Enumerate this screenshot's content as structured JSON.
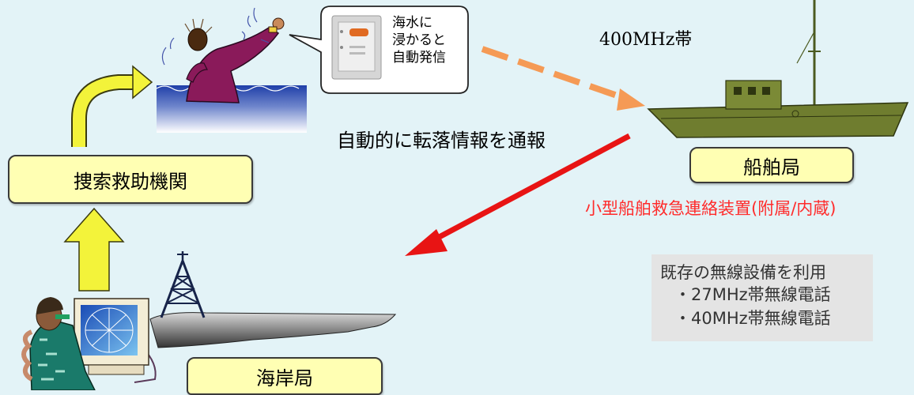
{
  "bubble": {
    "line1": "海水に",
    "line2": "浸かると",
    "line3": "自動発信"
  },
  "freq_label": "400MHz帯",
  "notify_label": "自動的に転落情報を通報",
  "search_rescue_label": "捜索救助機関",
  "ship_station_label": "船舶局",
  "ship_device_label": "小型船舶救急連絡装置(附属/内蔵)",
  "coast_station_label": "海岸局",
  "info": {
    "title": "既存の無線設備を利用",
    "item1": "・27MHz帯無線電話",
    "item2": "・40MHz帯無線電話"
  },
  "colors": {
    "background": "#e3f3f7",
    "label_fill": "#ffffb3",
    "red_arrow": "#e81414",
    "orange_arrow": "#f59a55",
    "yellow_arrow": "#f3f33a",
    "device_text": "#ff2b2b"
  },
  "icons": {
    "person_in_water": "drowning-person-icon",
    "transmitter_device": "transmitter-device-icon",
    "ship": "fishing-boat-icon",
    "radio_tower": "radio-tower-icon",
    "operator": "computer-operator-icon"
  }
}
